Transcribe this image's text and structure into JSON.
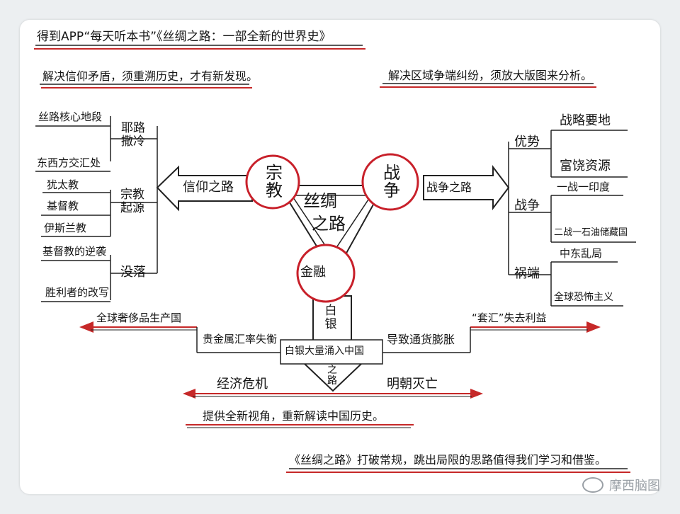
{
  "title": "得到APP“每天听本书”《丝绸之路：一部全新的世界史》",
  "top_left_note": "解决信仰矛盾，须重溯历史，才有新发现。",
  "top_right_note": "解决区域争端纠纷，须放大版图来分析。",
  "center": {
    "title_line1": "丝绸",
    "title_line2": "之路",
    "religion": "宗教",
    "war": "战争",
    "finance": "金融"
  },
  "left_arrow_label": "信仰之路",
  "right_arrow_label": "战争之路",
  "down_arrow": {
    "top_text": "白银",
    "bottom_text": "之路"
  },
  "left_branches": [
    {
      "label": "耶路撒冷",
      "leaves": [
        "丝路核心地段",
        "东西方交汇处"
      ]
    },
    {
      "label": "宗教起源",
      "leaves": [
        "犹太教",
        "基督教",
        "伊斯兰教"
      ]
    },
    {
      "label": "没落",
      "leaves": [
        "基督教的逆袭",
        "胜利者的改写"
      ]
    }
  ],
  "right_branches": [
    {
      "label": "优势",
      "leaves": [
        "战略要地",
        "富饶资源"
      ]
    },
    {
      "label": "战争",
      "leaves": [
        "一战一印度",
        "二战一石油储藏国"
      ]
    },
    {
      "label": "祸端",
      "leaves": [
        "中东乱局",
        "全球恐怖主义"
      ]
    }
  ],
  "silver": {
    "center_box": "白银大量涌入中国",
    "left_upper": "全球奢侈品生产国",
    "left_lower": "贵金属汇率失衡",
    "right_lower": "导致通货膨胀",
    "right_upper": "“套汇”失去利益"
  },
  "bottom_line": {
    "left": "经济危机",
    "right": "明朝灭亡"
  },
  "bottom_note": "提供全新视角，重新解读中国历史。",
  "footer_note": "《丝绸之路》打破常规，跳出局限的思路值得我们学习和借鉴。",
  "watermark": "摩西脑图",
  "colors": {
    "accent_red": "#c62828",
    "line": "#222222",
    "circle_border": "#c8202a"
  }
}
